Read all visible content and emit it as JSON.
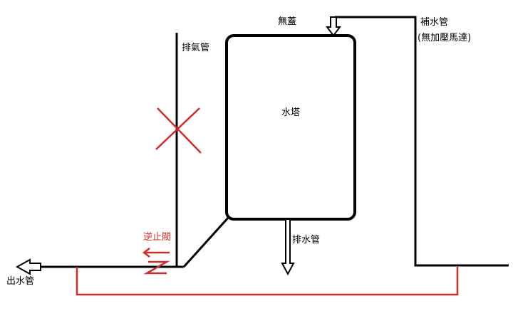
{
  "labels": {
    "no_lid": "無蓋",
    "tower": "水塔",
    "vent_pipe": "排氣管",
    "refill_pipe": "補水管",
    "refill_note": "(無加壓馬達)",
    "drain_pipe": "排水管",
    "check_valve": "逆止閥",
    "outlet_pipe": "出水管"
  },
  "colors": {
    "line": "#000000",
    "accent": "#d22b2b"
  }
}
